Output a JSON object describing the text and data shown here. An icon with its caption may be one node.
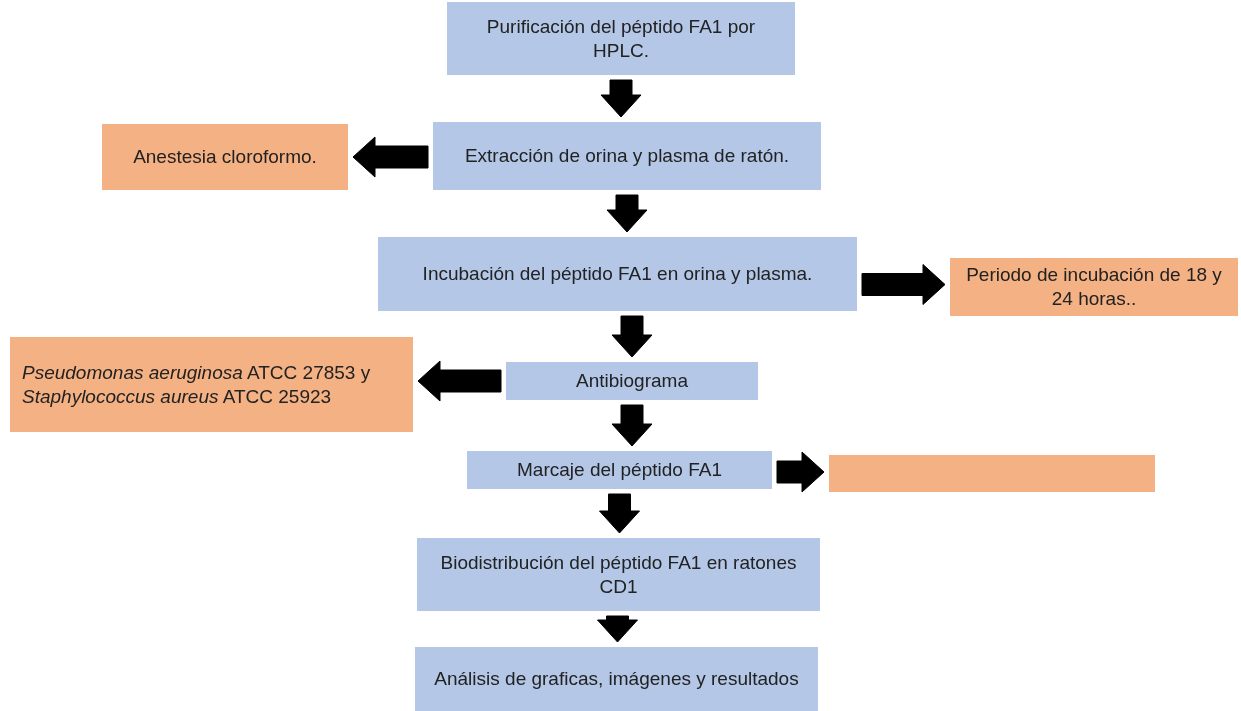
{
  "diagram": {
    "nodes": [
      {
        "text": [
          "Purificación del péptido FA1 por HPLC."
        ]
      },
      {
        "text": [
          "Extracción de orina y plasma de ratón."
        ]
      },
      {
        "text": [
          "Anestesia cloroformo."
        ]
      },
      {
        "text": [
          "Incubación del péptido FA1 en orina y plasma."
        ]
      },
      {
        "text": [
          "Periodo de incubación de 18 y 24 horas.."
        ]
      },
      {
        "text": [
          "*Pseudomonas aeruginosa* ATCC 27853 y *Staphylococcus aureus* ATCC 25923"
        ]
      },
      {
        "text": [
          "Antibiograma"
        ]
      },
      {
        "text": [
          "Marcaje del péptido FA1"
        ]
      },
      {
        "text": [],
        "shape": "box"
      },
      {
        "text": [
          "Biodistribución del péptido FA1 en ratones CD1"
        ]
      },
      {
        "text": [
          "Análisis de graficas, imágenes y resultados"
        ]
      }
    ],
    "edges": [
      {
        "from": 0,
        "to": 1,
        "arrow": "to"
      },
      {
        "from": 1,
        "to": 2,
        "arrow": "to"
      },
      {
        "from": 1,
        "to": 3,
        "arrow": "to"
      },
      {
        "from": 3,
        "to": 4,
        "arrow": "to"
      },
      {
        "from": 3,
        "to": 6,
        "arrow": "to"
      },
      {
        "from": 6,
        "to": 5,
        "arrow": "to"
      },
      {
        "from": 6,
        "to": 7,
        "arrow": "to"
      },
      {
        "from": 7,
        "to": 8,
        "arrow": "to"
      },
      {
        "from": 7,
        "to": 9,
        "arrow": "to"
      },
      {
        "from": 9,
        "to": 10,
        "arrow": "to"
      }
    ]
  }
}
